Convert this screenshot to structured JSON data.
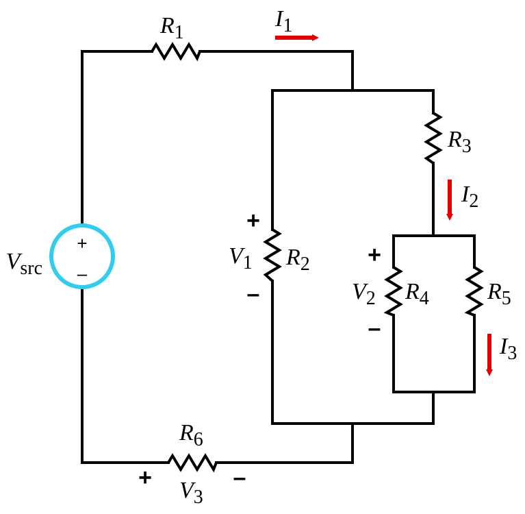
{
  "colors": {
    "wire": "#000000",
    "arrow": "#e00000",
    "source": "#33ccee"
  },
  "source": {
    "symbol": "V",
    "subscript": "src",
    "plus": "+",
    "minus": "–"
  },
  "resistors": [
    {
      "symbol": "R",
      "subscript": "1"
    },
    {
      "symbol": "R",
      "subscript": "2"
    },
    {
      "symbol": "R",
      "subscript": "3"
    },
    {
      "symbol": "R",
      "subscript": "4"
    },
    {
      "symbol": "R",
      "subscript": "5"
    },
    {
      "symbol": "R",
      "subscript": "6"
    }
  ],
  "currents": [
    {
      "symbol": "I",
      "subscript": "1"
    },
    {
      "symbol": "I",
      "subscript": "2"
    },
    {
      "symbol": "I",
      "subscript": "3"
    }
  ],
  "voltages": [
    {
      "symbol": "V",
      "subscript": "1",
      "plus": "+",
      "minus": "–"
    },
    {
      "symbol": "V",
      "subscript": "2",
      "plus": "+",
      "minus": "–"
    },
    {
      "symbol": "V",
      "subscript": "3",
      "plus": "+",
      "minus": "–"
    }
  ]
}
